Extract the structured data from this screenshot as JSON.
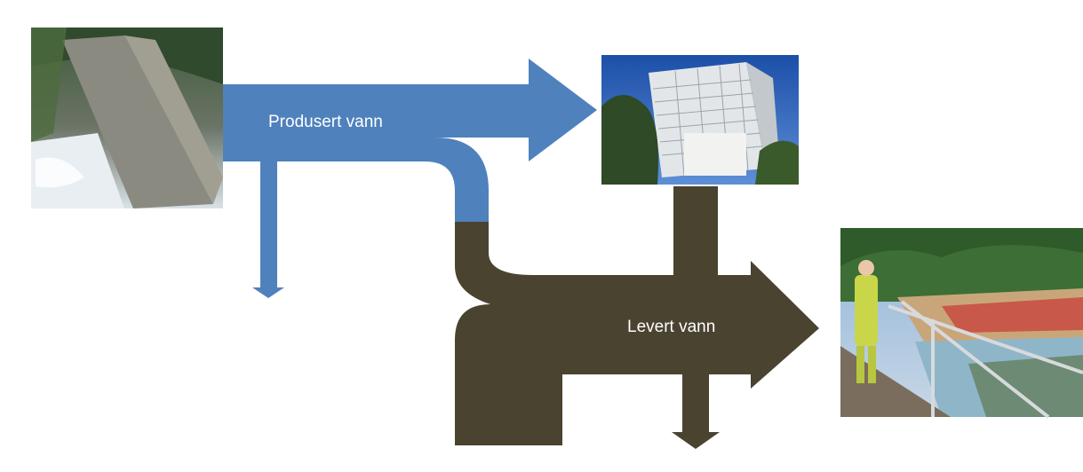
{
  "labels": {
    "produced_water": "Produsert vann",
    "delivered_water": "Levert vann"
  },
  "colors": {
    "produced_flow": "#4f81bd",
    "delivered_flow": "#4a4330",
    "background": "#ffffff"
  },
  "photos": [
    {
      "name": "dam-photo",
      "subject": "water reservoir dam"
    },
    {
      "name": "building-photo",
      "subject": "office building"
    },
    {
      "name": "treatment-plant-photo",
      "subject": "wastewater treatment plant with worker"
    }
  ]
}
